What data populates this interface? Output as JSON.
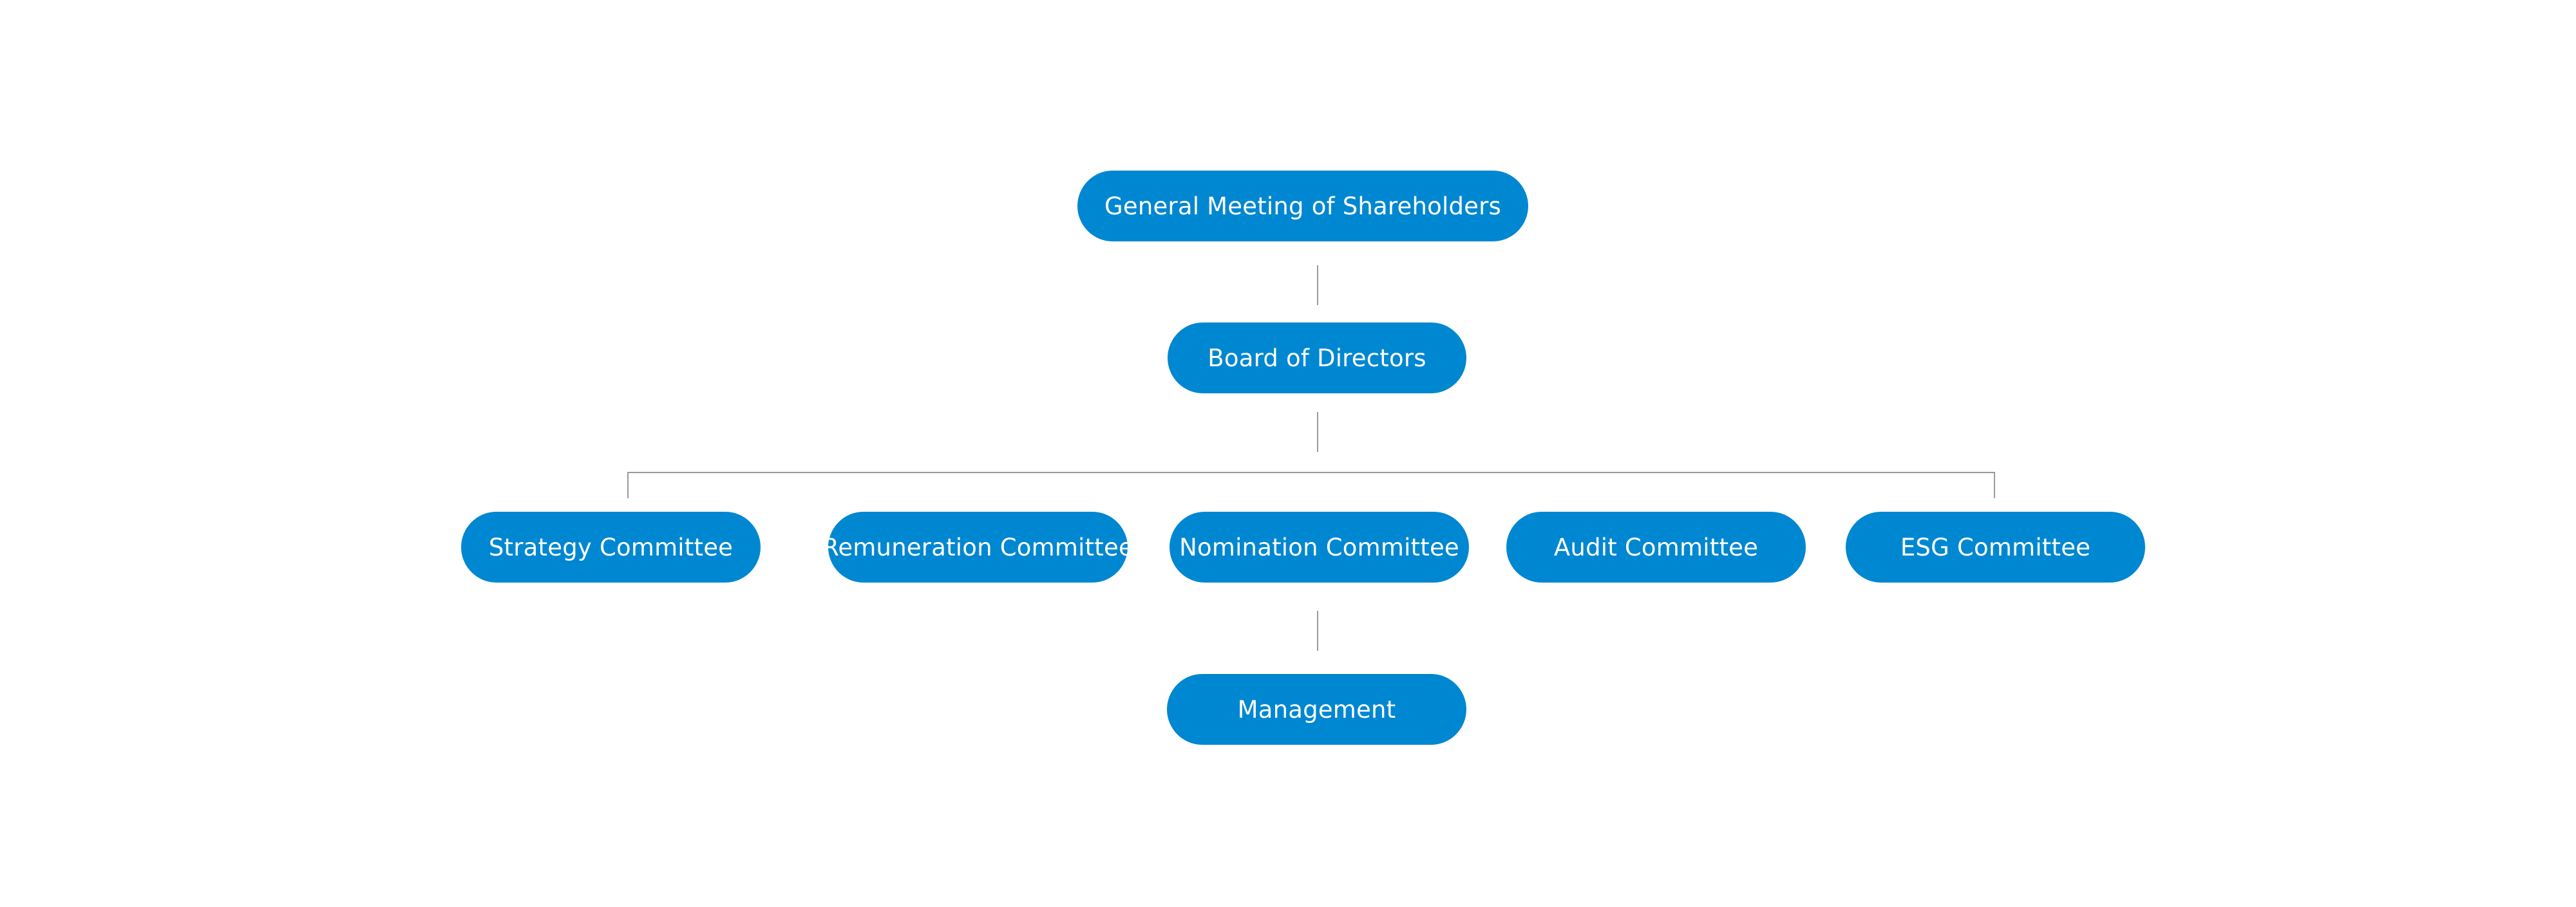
{
  "theme": {
    "node_color": "#0087D1",
    "text_color": "#FFFFFF",
    "connector_color": "#9A9A9A"
  },
  "chart": {
    "top": {
      "label": "General Meeting of Shareholders"
    },
    "board": {
      "label": "Board of Directors"
    },
    "committees": [
      {
        "label": "Strategy Committee"
      },
      {
        "label": "Remuneration Committee"
      },
      {
        "label": "Nomination Committee"
      },
      {
        "label": "Audit Committee"
      },
      {
        "label": "ESG Committee"
      }
    ],
    "management": {
      "label": "Management"
    }
  }
}
